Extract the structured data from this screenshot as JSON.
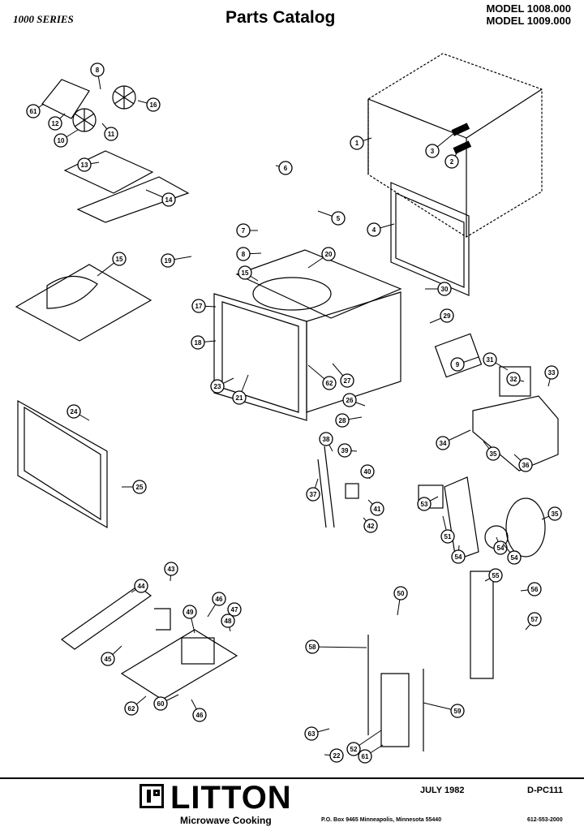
{
  "header": {
    "series": "1000 SERIES",
    "title": "Parts Catalog",
    "model_lines": [
      "MODEL 1008.000",
      "MODEL 1009.000"
    ]
  },
  "callouts": [
    "1",
    "2",
    "3",
    "4",
    "5",
    "6",
    "7",
    "8",
    "8",
    "9",
    "10",
    "11",
    "12",
    "13",
    "14",
    "15",
    "15",
    "16",
    "17",
    "18",
    "19",
    "20",
    "21",
    "22",
    "23",
    "24",
    "25",
    "26",
    "27",
    "28",
    "29",
    "30",
    "31",
    "32",
    "33",
    "34",
    "35",
    "35",
    "36",
    "37",
    "38",
    "39",
    "40",
    "41",
    "42",
    "43",
    "44",
    "45",
    "46",
    "46",
    "47",
    "48",
    "49",
    "50",
    "51",
    "52",
    "53",
    "54",
    "54",
    "54",
    "55",
    "56",
    "57",
    "58",
    "59",
    "60",
    "61",
    "61",
    "62",
    "62",
    "63"
  ],
  "footer": {
    "brand": "LITTON",
    "tagline": "Microwave Cooking",
    "date": "JULY 1982",
    "doc_id": "D-PC111",
    "address": "P.O. Box 9465 Minneapolis, Minnesota 55440",
    "phone": "612-553-2000"
  }
}
